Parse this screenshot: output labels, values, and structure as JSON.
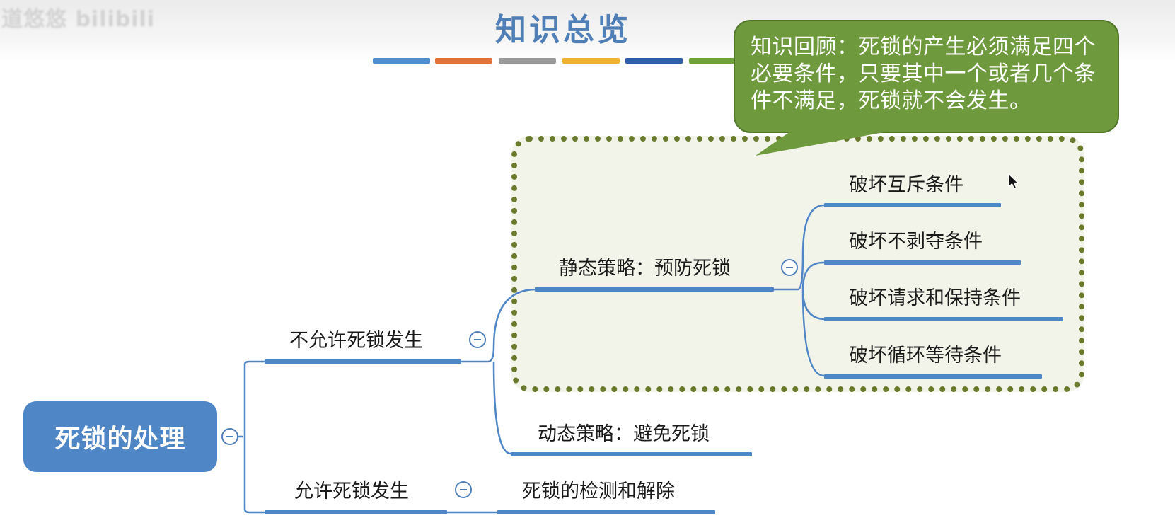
{
  "header": {
    "watermark": "道悠悠 bilibili",
    "title": "知识总览",
    "stripe_colors": [
      "#4f8fd0",
      "#e0733a",
      "#9a9a9a",
      "#f0b030",
      "#2f5fa8",
      "#6fa33a"
    ]
  },
  "mindmap": {
    "root": "死锁的处理",
    "branches": [
      {
        "label": "不允许死锁发生",
        "children": [
          {
            "label": "静态策略：预防死锁",
            "children": [
              "破坏互斥条件",
              "破坏不剥夺条件",
              "破坏请求和保持条件",
              "破坏循环等待条件"
            ]
          },
          {
            "label": "动态策略：避免死锁"
          }
        ]
      },
      {
        "label": "允许死锁发生",
        "children": [
          {
            "label": "死锁的检测和解除"
          }
        ]
      }
    ]
  },
  "callout": {
    "text": "知识回顾：死锁的产生必须满足四个必要条件，只要其中一个或者几个条件不满足，死锁就不会发生。"
  },
  "colors": {
    "root_fill": "#4f86c6",
    "line": "#4f86c6",
    "callout_fill": "#6e9a3d",
    "dotted_border": "#6b7b2e",
    "dotted_fill": "#f2f4e9"
  },
  "icons": [
    "collapse-minus-icon",
    "mouse-cursor-icon"
  ]
}
